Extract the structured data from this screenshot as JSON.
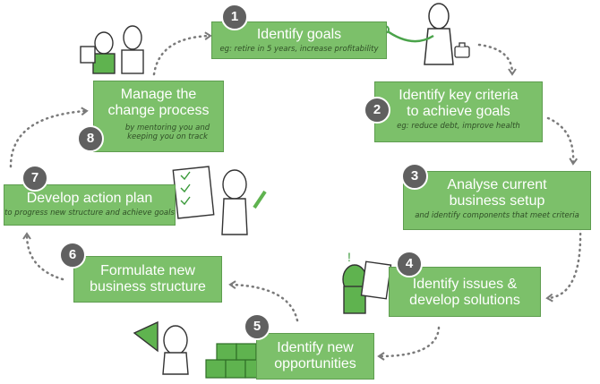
{
  "colors": {
    "box_fill": "#7cc06a",
    "box_border": "#5e9d4f",
    "badge": "#606060",
    "arrow": "#7a7a7a",
    "subtitle": "#2f4f26"
  },
  "steps": [
    {
      "number": "1",
      "title": "Identify goals",
      "subtitle": "eg: retire in 5 years, increase profitability"
    },
    {
      "number": "2",
      "title": "Identify key criteria to achieve goals",
      "title_line1": "Identify key criteria",
      "title_line2": "to achieve goals",
      "subtitle": "eg: reduce debt, improve health"
    },
    {
      "number": "3",
      "title_line1": "Analyse current",
      "title_line2": "business setup",
      "subtitle": "and identify components that meet criteria"
    },
    {
      "number": "4",
      "title_line1": "Identify issues &",
      "title_line2": "develop solutions",
      "subtitle": ""
    },
    {
      "number": "5",
      "title_line1": "Identify new",
      "title_line2": "opportunities",
      "subtitle": ""
    },
    {
      "number": "6",
      "title_line1": "Formulate new",
      "title_line2": "business structure",
      "subtitle": ""
    },
    {
      "number": "7",
      "title": "Develop action plan",
      "subtitle": "to progress new structure and achieve goals"
    },
    {
      "number": "8",
      "title_line1": "Manage the",
      "title_line2": "change process",
      "subtitle_line1": "by mentoring you and",
      "subtitle_line2": "keeping you on track"
    }
  ],
  "icons": [
    "doctor-figure-icon",
    "briefcase-icon",
    "two-people-icon",
    "checklist-figure-icon",
    "map-figure-icon",
    "megaphone-figure-icon",
    "boxes-icon"
  ]
}
